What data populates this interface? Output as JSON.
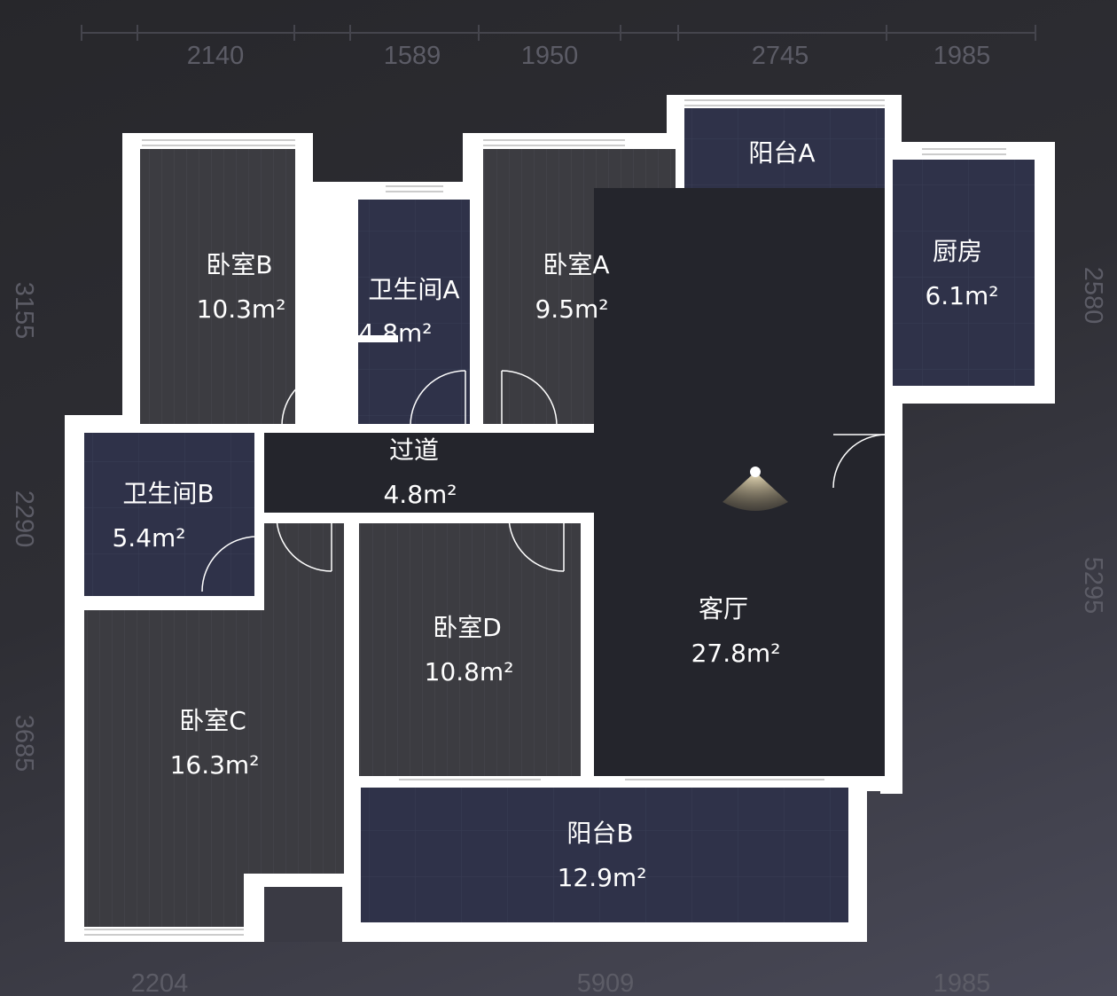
{
  "dimensions": {
    "top": [
      "2140",
      "1589",
      "1950",
      "2745",
      "1985"
    ],
    "left": [
      "3155",
      "2290",
      "3685"
    ],
    "right": [
      "2580",
      "5295"
    ],
    "bottom": [
      "2204",
      "5909",
      "1985"
    ]
  },
  "rooms": {
    "bedroom_b": {
      "name": "卧室B",
      "area": "10.3m²"
    },
    "bathroom_a": {
      "name": "卫生间A",
      "area": "4.8m²"
    },
    "bedroom_a": {
      "name": "卧室A",
      "area": "9.5m²"
    },
    "balcony_a": {
      "name": "阳台A"
    },
    "kitchen": {
      "name": "厨房",
      "area": "6.1m²"
    },
    "hallway": {
      "name": "过道",
      "area": "4.8m²"
    },
    "bathroom_b": {
      "name": "卫生间B",
      "area": "5.4m²"
    },
    "bedroom_c": {
      "name": "卧室C",
      "area": "16.3m²"
    },
    "bedroom_d": {
      "name": "卧室D",
      "area": "10.8m²"
    },
    "living_room": {
      "name": "客厅",
      "area": "27.8m²"
    },
    "balcony_b": {
      "name": "阳台B",
      "area": "12.9m²"
    }
  },
  "colors": {
    "wall": "#ffffff",
    "bedroom": "#3b3b40",
    "wet_room": "#2f3249",
    "living": "#24252c"
  },
  "icons": {
    "viewpoint": "camera-viewpoint-icon"
  }
}
